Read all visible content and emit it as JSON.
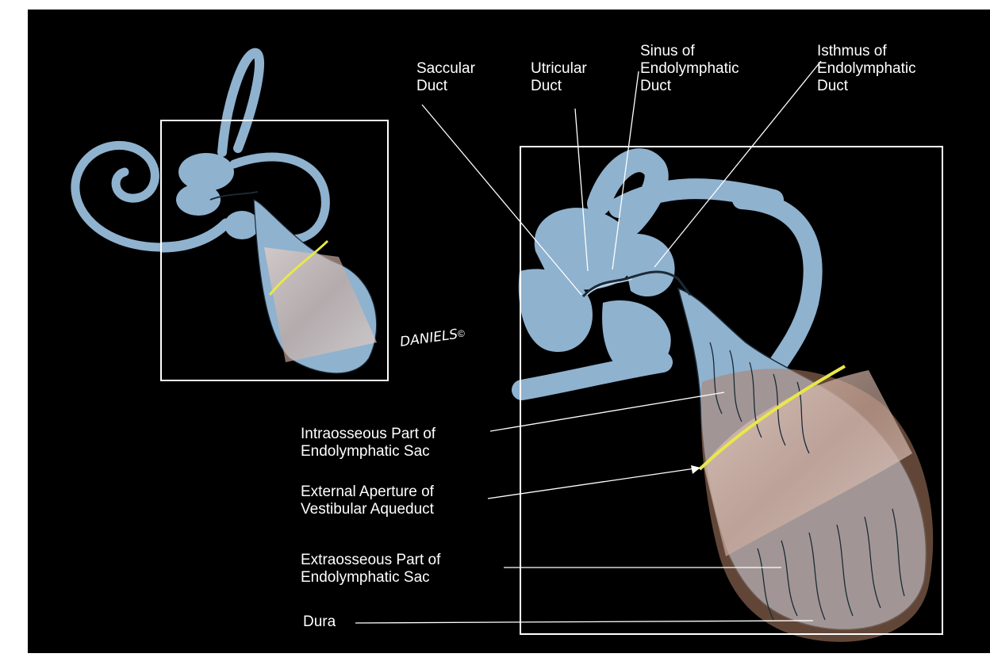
{
  "labels": {
    "saccular_duct": [
      "Saccular",
      "Duct"
    ],
    "utricular_duct": [
      "Utricular",
      "Duct"
    ],
    "sinus": [
      "Sinus of",
      "Endolymphatic",
      "Duct"
    ],
    "isthmus": [
      "Isthmus of",
      "Endolymphatic",
      "Duct"
    ],
    "intraosseous": [
      "Intraosseous Part of",
      "Endolymphatic Sac"
    ],
    "external_aperture": [
      "External Aperture of",
      "Vestibular Aqueduct"
    ],
    "extraosseous": [
      "Extraosseous Part of",
      "Endolymphatic Sac"
    ],
    "dura": "Dura"
  },
  "signature": "DANIELS",
  "colors": {
    "background": "#000000",
    "labyrinth_blue": "#8fb2cf",
    "duct_outline": "#1b2a36",
    "dura_brown": "#b07f66",
    "bone_pink": "#e5cbbe",
    "aperture_yellow": "#e8e84a",
    "frame": "#ffffff"
  }
}
